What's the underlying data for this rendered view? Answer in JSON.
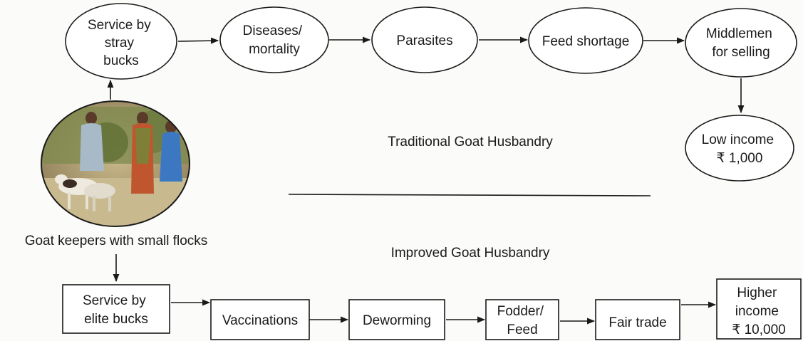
{
  "traditional": {
    "title": "Traditional Goat Husbandry",
    "nodes": [
      {
        "lines": [
          "Service by",
          "stray",
          "bucks"
        ]
      },
      {
        "lines": [
          "Diseases/",
          "mortality"
        ]
      },
      {
        "lines": [
          "Parasites"
        ]
      },
      {
        "lines": [
          "Feed shortage"
        ]
      },
      {
        "lines": [
          "Middlemen",
          "for selling"
        ]
      },
      {
        "lines": [
          "Low income",
          "₹ 1,000"
        ]
      }
    ]
  },
  "center": {
    "caption": "Goat keepers with small flocks",
    "photo_alt": "Goat keepers photo"
  },
  "improved": {
    "title": "Improved Goat Husbandry",
    "nodes": [
      {
        "lines": [
          "Service by",
          "elite bucks"
        ]
      },
      {
        "lines": [
          "Vaccinations"
        ]
      },
      {
        "lines": [
          "Deworming"
        ]
      },
      {
        "lines": [
          "Fodder/",
          "Feed"
        ]
      },
      {
        "lines": [
          "Fair trade"
        ]
      },
      {
        "lines": [
          "Higher",
          "income",
          "₹ 10,000"
        ]
      }
    ]
  },
  "colors": {
    "line": "#1a1a1a",
    "background": "#fbfbf9"
  }
}
